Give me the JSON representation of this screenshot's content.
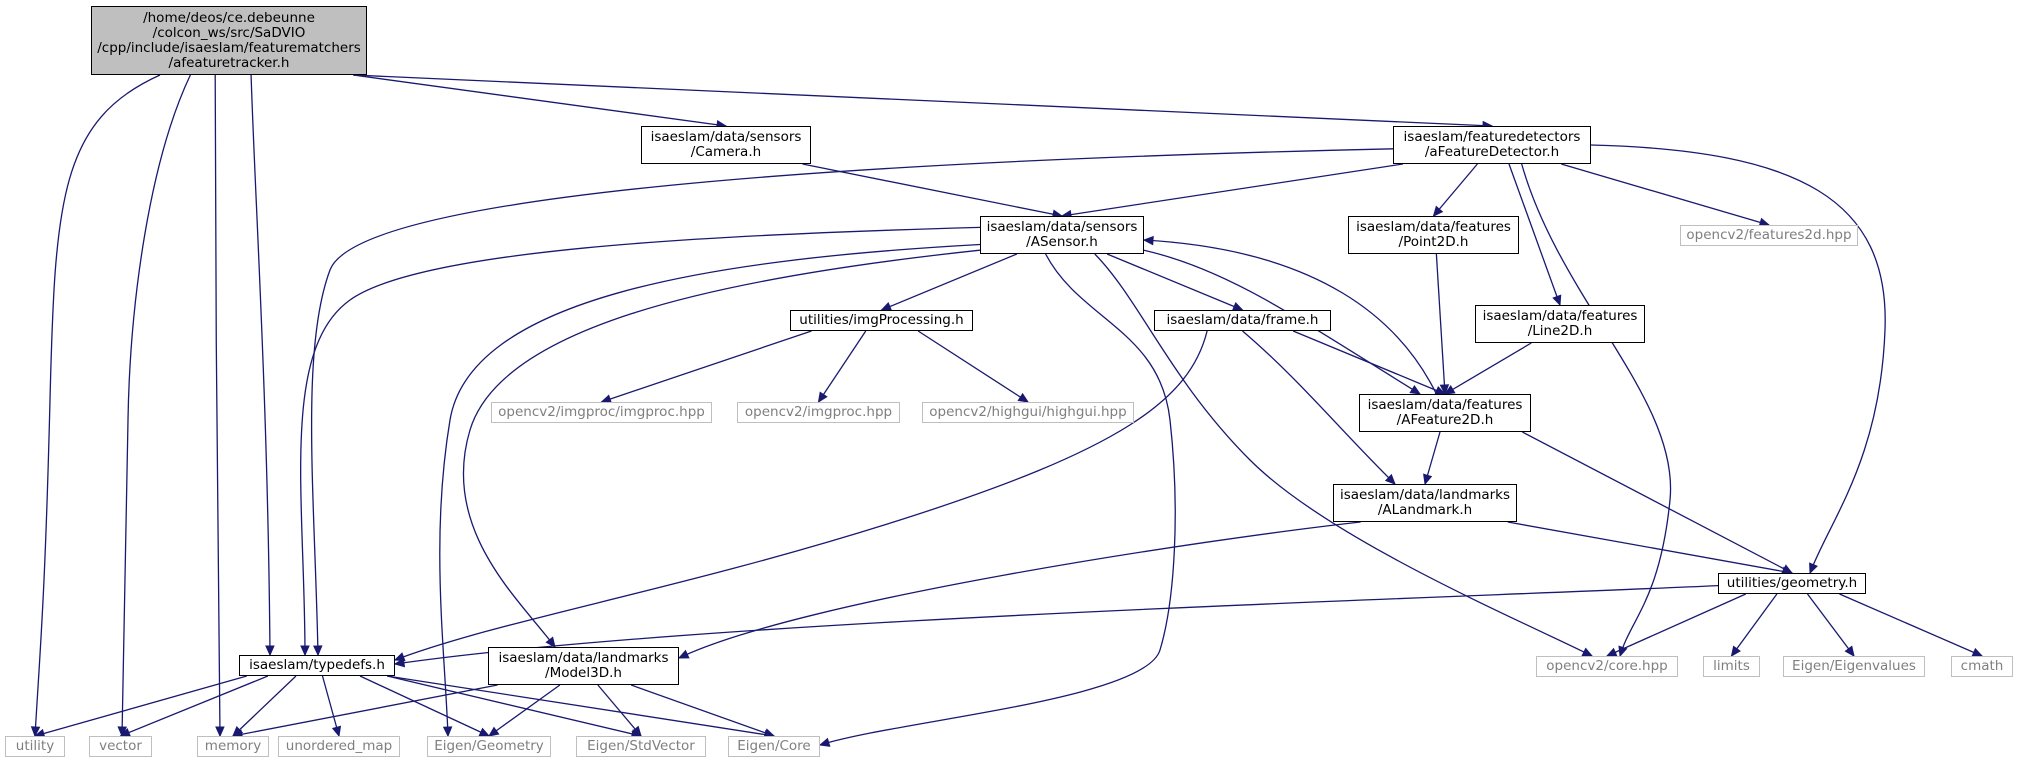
{
  "graph": {
    "colors": {
      "edge": "#191970",
      "root_fill": "#bfbfbf",
      "internal_border": "#000000",
      "external_border": "#bfbfbf",
      "external_text": "#7f7f7f"
    },
    "nodes": [
      {
        "id": "root",
        "kind": "root",
        "label": "/home/deos/ce.debeunne\n/colcon_ws/src/SaDVIO\n/cpp/include/isaeslam/featurematchers\n/afeaturetracker.h"
      },
      {
        "id": "camera",
        "kind": "internal",
        "label": "isaeslam/data/sensors\n/Camera.h"
      },
      {
        "id": "afeaturedetector",
        "kind": "internal",
        "label": "isaeslam/featuredetectors\n/aFeatureDetector.h"
      },
      {
        "id": "asensor",
        "kind": "internal",
        "label": "isaeslam/data/sensors\n/ASensor.h"
      },
      {
        "id": "point2d",
        "kind": "internal",
        "label": "isaeslam/data/features\n/Point2D.h"
      },
      {
        "id": "features2d",
        "kind": "external",
        "label": "opencv2/features2d.hpp"
      },
      {
        "id": "imgprocessing",
        "kind": "internal",
        "label": "utilities/imgProcessing.h"
      },
      {
        "id": "frame",
        "kind": "internal",
        "label": "isaeslam/data/frame.h"
      },
      {
        "id": "line2d",
        "kind": "internal",
        "label": "isaeslam/data/features\n/Line2D.h"
      },
      {
        "id": "imgproc_imgproc",
        "kind": "external",
        "label": "opencv2/imgproc/imgproc.hpp"
      },
      {
        "id": "imgproc",
        "kind": "external",
        "label": "opencv2/imgproc.hpp"
      },
      {
        "id": "highgui",
        "kind": "external",
        "label": "opencv2/highgui/highgui.hpp"
      },
      {
        "id": "afeature2d",
        "kind": "internal",
        "label": "isaeslam/data/features\n/AFeature2D.h"
      },
      {
        "id": "alandmark",
        "kind": "internal",
        "label": "isaeslam/data/landmarks\n/ALandmark.h"
      },
      {
        "id": "geometry",
        "kind": "internal",
        "label": "utilities/geometry.h"
      },
      {
        "id": "typedefs",
        "kind": "internal",
        "label": "isaeslam/typedefs.h"
      },
      {
        "id": "model3d",
        "kind": "internal",
        "label": "isaeslam/data/landmarks\n/Model3D.h"
      },
      {
        "id": "corehpp",
        "kind": "external",
        "label": "opencv2/core.hpp"
      },
      {
        "id": "limits",
        "kind": "external",
        "label": "limits"
      },
      {
        "id": "eigenvalues",
        "kind": "external",
        "label": "Eigen/Eigenvalues"
      },
      {
        "id": "cmath",
        "kind": "external",
        "label": "cmath"
      },
      {
        "id": "utility",
        "kind": "external",
        "label": "utility"
      },
      {
        "id": "vector",
        "kind": "external",
        "label": "vector"
      },
      {
        "id": "memory",
        "kind": "external",
        "label": "memory"
      },
      {
        "id": "unordered_map",
        "kind": "external",
        "label": "unordered_map"
      },
      {
        "id": "eigen_geometry",
        "kind": "external",
        "label": "Eigen/Geometry"
      },
      {
        "id": "eigen_stdvector",
        "kind": "external",
        "label": "Eigen/StdVector"
      },
      {
        "id": "eigen_core",
        "kind": "external",
        "label": "Eigen/Core"
      }
    ],
    "edges": [
      [
        "root",
        "utility"
      ],
      [
        "root",
        "vector"
      ],
      [
        "root",
        "memory"
      ],
      [
        "root",
        "typedefs"
      ],
      [
        "root",
        "camera"
      ],
      [
        "root",
        "afeaturedetector"
      ],
      [
        "camera",
        "asensor"
      ],
      [
        "afeaturedetector",
        "typedefs"
      ],
      [
        "afeaturedetector",
        "asensor"
      ],
      [
        "afeaturedetector",
        "point2d"
      ],
      [
        "afeaturedetector",
        "line2d"
      ],
      [
        "afeaturedetector",
        "corehpp"
      ],
      [
        "afeaturedetector",
        "features2d"
      ],
      [
        "afeaturedetector",
        "geometry"
      ],
      [
        "asensor",
        "typedefs"
      ],
      [
        "asensor",
        "eigen_geometry"
      ],
      [
        "asensor",
        "model3d"
      ],
      [
        "asensor",
        "imgprocessing"
      ],
      [
        "asensor",
        "frame"
      ],
      [
        "asensor",
        "afeature2d"
      ],
      [
        "asensor",
        "corehpp"
      ],
      [
        "asensor",
        "eigen_core"
      ],
      [
        "imgprocessing",
        "imgproc_imgproc"
      ],
      [
        "imgprocessing",
        "imgproc"
      ],
      [
        "imgprocessing",
        "highgui"
      ],
      [
        "frame",
        "afeature2d"
      ],
      [
        "frame",
        "alandmark"
      ],
      [
        "frame",
        "typedefs"
      ],
      [
        "point2d",
        "afeature2d"
      ],
      [
        "line2d",
        "afeature2d"
      ],
      [
        "afeature2d",
        "asensor"
      ],
      [
        "afeature2d",
        "alandmark"
      ],
      [
        "afeature2d",
        "geometry"
      ],
      [
        "alandmark",
        "geometry"
      ],
      [
        "alandmark",
        "model3d"
      ],
      [
        "geometry",
        "typedefs"
      ],
      [
        "geometry",
        "corehpp"
      ],
      [
        "geometry",
        "limits"
      ],
      [
        "geometry",
        "eigenvalues"
      ],
      [
        "geometry",
        "cmath"
      ],
      [
        "typedefs",
        "utility"
      ],
      [
        "typedefs",
        "vector"
      ],
      [
        "typedefs",
        "memory"
      ],
      [
        "typedefs",
        "unordered_map"
      ],
      [
        "typedefs",
        "eigen_geometry"
      ],
      [
        "typedefs",
        "eigen_stdvector"
      ],
      [
        "typedefs",
        "eigen_core"
      ],
      [
        "model3d",
        "memory"
      ],
      [
        "model3d",
        "eigen_geometry"
      ],
      [
        "model3d",
        "eigen_stdvector"
      ],
      [
        "model3d",
        "eigen_core"
      ]
    ]
  }
}
